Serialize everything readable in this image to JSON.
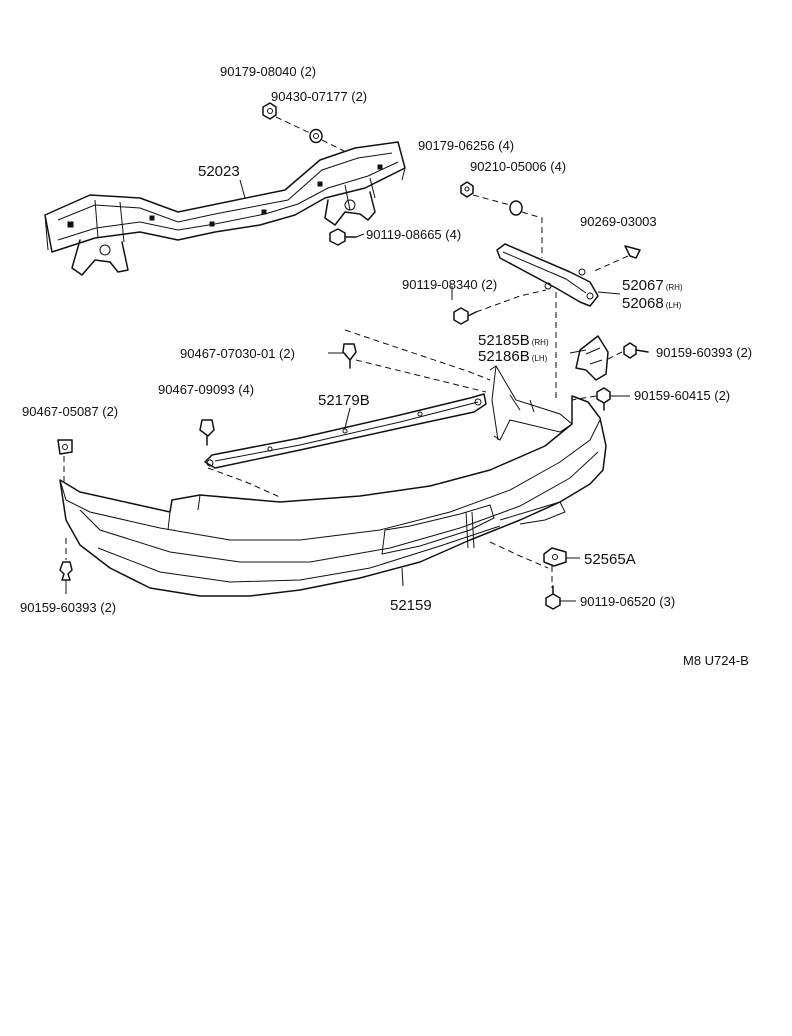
{
  "labels": {
    "p_90179_08040": "90179-08040 (2)",
    "p_90430_07177": "90430-07177 (2)",
    "p_52023": "52023",
    "p_90179_06256": "90179-06256 (4)",
    "p_90210_05006": "90210-05006 (4)",
    "p_90119_08665": "90119-08665 (4)",
    "p_90269_03003": "90269-03003",
    "p_90119_08340": "90119-08340 (2)",
    "p_52067": "52067",
    "p_52067_side": "(RH)",
    "p_52068": "52068",
    "p_52068_side": "(LH)",
    "p_52185b": "52185B",
    "p_52185b_side": "(RH)",
    "p_52186b": "52186B",
    "p_52186b_side": "(LH)",
    "p_90467_07030": "90467-07030-01 (2)",
    "p_90159_60393_r": "90159-60393 (2)",
    "p_90467_09093": "90467-09093 (4)",
    "p_52179b": "52179B",
    "p_90159_60415": "90159-60415 (2)",
    "p_90467_05087": "90467-05087 (2)",
    "p_52565a": "52565A",
    "p_52159": "52159",
    "p_90119_06520": "90119-06520 (3)",
    "p_90159_60393_l": "90159-60393 (2)",
    "diagram_code": "M8 U724-B"
  }
}
